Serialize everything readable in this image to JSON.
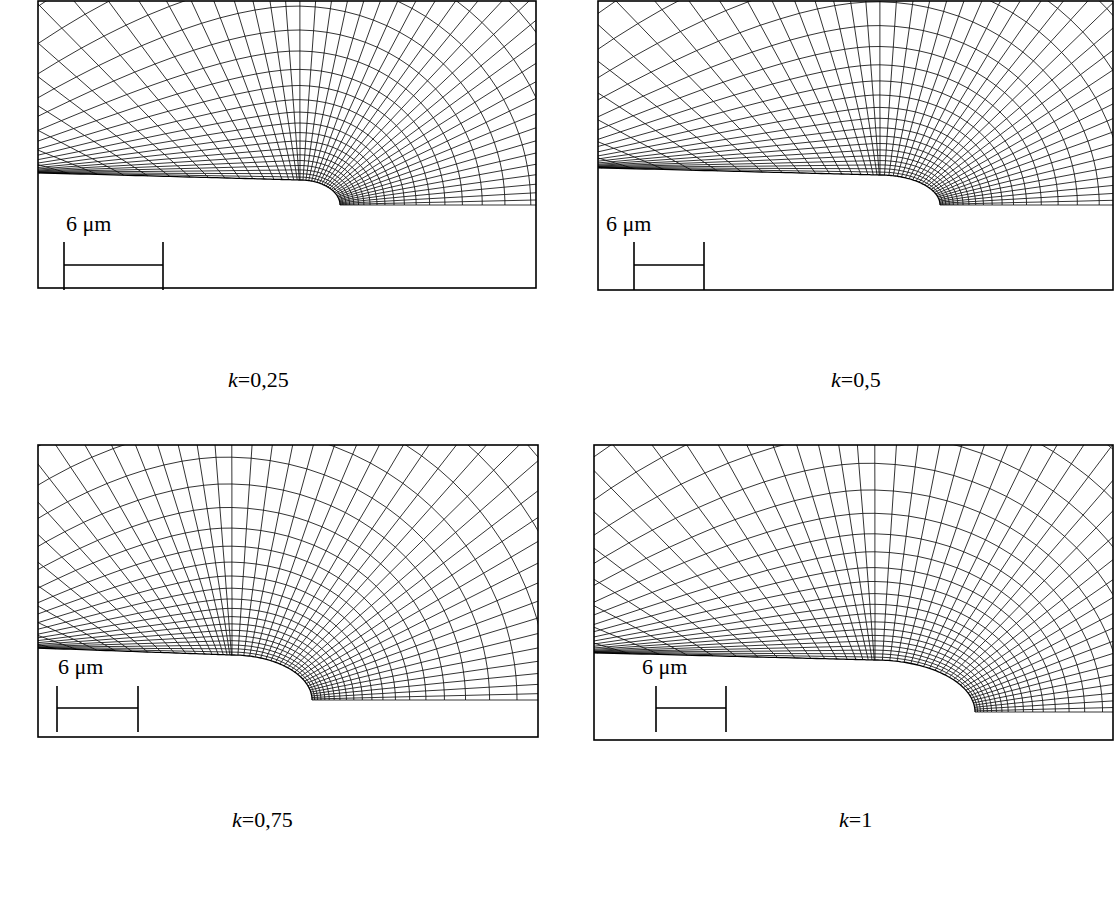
{
  "diagram": {
    "labels": [
      "6 μm",
      "k=0,25",
      "6 μm",
      "k=0,5",
      "6 μm",
      "k=0,75",
      "6 μm",
      "k=1"
    ]
  }
}
